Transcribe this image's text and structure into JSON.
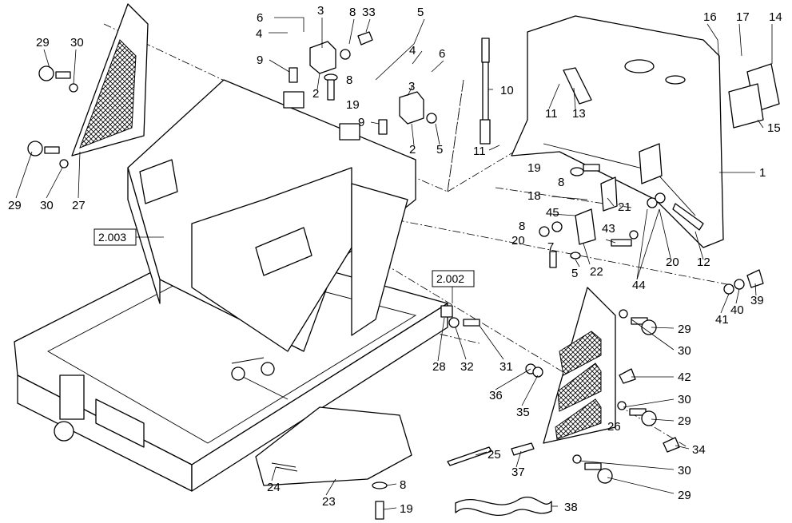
{
  "references": [
    {
      "id": "ref-2003",
      "text": "2.003"
    },
    {
      "id": "ref-2002",
      "text": "2.002"
    }
  ],
  "callouts": [
    {
      "n": "1"
    },
    {
      "n": "2"
    },
    {
      "n": "2"
    },
    {
      "n": "3"
    },
    {
      "n": "3"
    },
    {
      "n": "4"
    },
    {
      "n": "4"
    },
    {
      "n": "5"
    },
    {
      "n": "5"
    },
    {
      "n": "5"
    },
    {
      "n": "6"
    },
    {
      "n": "6"
    },
    {
      "n": "7"
    },
    {
      "n": "8"
    },
    {
      "n": "8"
    },
    {
      "n": "8"
    },
    {
      "n": "8"
    },
    {
      "n": "8"
    },
    {
      "n": "9"
    },
    {
      "n": "9"
    },
    {
      "n": "10"
    },
    {
      "n": "11"
    },
    {
      "n": "11"
    },
    {
      "n": "12"
    },
    {
      "n": "13"
    },
    {
      "n": "14"
    },
    {
      "n": "15"
    },
    {
      "n": "16"
    },
    {
      "n": "17"
    },
    {
      "n": "18"
    },
    {
      "n": "19"
    },
    {
      "n": "19"
    },
    {
      "n": "19"
    },
    {
      "n": "20"
    },
    {
      "n": "20"
    },
    {
      "n": "21"
    },
    {
      "n": "22"
    },
    {
      "n": "23"
    },
    {
      "n": "24"
    },
    {
      "n": "25"
    },
    {
      "n": "26"
    },
    {
      "n": "27"
    },
    {
      "n": "28"
    },
    {
      "n": "29"
    },
    {
      "n": "29"
    },
    {
      "n": "29"
    },
    {
      "n": "29"
    },
    {
      "n": "29"
    },
    {
      "n": "30"
    },
    {
      "n": "30"
    },
    {
      "n": "30"
    },
    {
      "n": "30"
    },
    {
      "n": "30"
    },
    {
      "n": "31"
    },
    {
      "n": "32"
    },
    {
      "n": "33"
    },
    {
      "n": "34"
    },
    {
      "n": "35"
    },
    {
      "n": "36"
    },
    {
      "n": "37"
    },
    {
      "n": "38"
    },
    {
      "n": "39"
    },
    {
      "n": "40"
    },
    {
      "n": "41"
    },
    {
      "n": "42"
    },
    {
      "n": "43"
    },
    {
      "n": "44"
    },
    {
      "n": "45"
    }
  ]
}
